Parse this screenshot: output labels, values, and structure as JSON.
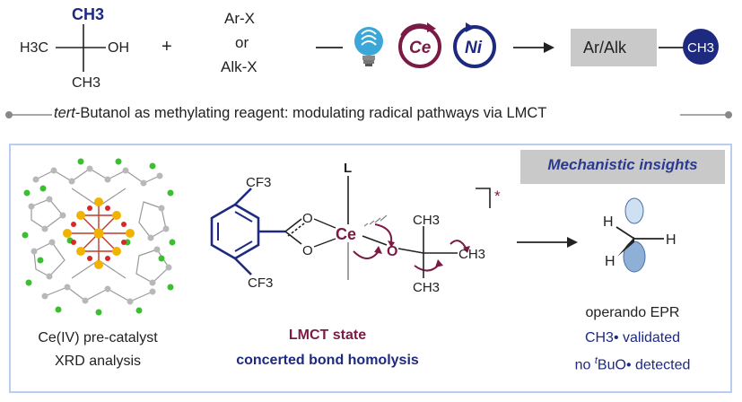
{
  "reaction": {
    "tbuoh": {
      "top": "CH3",
      "left": "H3C",
      "right": "OH",
      "bottom": "CH3"
    },
    "plus": "+",
    "reagent": {
      "line1": "Ar-X",
      "line2": "or",
      "line3": "Alk-X"
    },
    "catalysts": [
      {
        "icon": "light-bulb-icon",
        "label": ""
      },
      {
        "icon": "ce-catalyst-icon",
        "label": "Ce"
      },
      {
        "icon": "ni-catalyst-icon",
        "label": "Ni"
      }
    ],
    "product": {
      "box": "Ar/Alk",
      "methyl": "CH3"
    }
  },
  "tagline": {
    "italic": "tert",
    "rest": "-Butanol as methylating reagent: modulating radical pathways via LMCT"
  },
  "insights_title": "Mechanistic insights",
  "xrd": {
    "line1": "Ce(IV) pre-catalyst",
    "line2": "XRD analysis"
  },
  "complex": {
    "cf3_top": "CF3",
    "cf3_bottom": "CF3",
    "metal": "Ce",
    "ligand": "L",
    "o_left_top": "O",
    "o_left_bottom": "O",
    "o_right": "O",
    "ch3_top": "CH3",
    "ch3_right": "CH3",
    "ch3_bottom": "CH3",
    "excited": "*"
  },
  "lmct": {
    "state": "LMCT state",
    "homolysis": "concerted  bond homolysis"
  },
  "radical": {
    "h1": "H",
    "h2": "H",
    "h3": "H"
  },
  "epr": {
    "line1": "operando EPR",
    "line2": "CH3• validated",
    "line3_sup": "t",
    "line3_pre": "no ",
    "line3_post": "BuO• detected"
  },
  "colors": {
    "maroon": "#7a1a45",
    "navy": "#1e2a80",
    "panel_border": "#b9cdf0",
    "bulb": "#3aa7d8"
  }
}
